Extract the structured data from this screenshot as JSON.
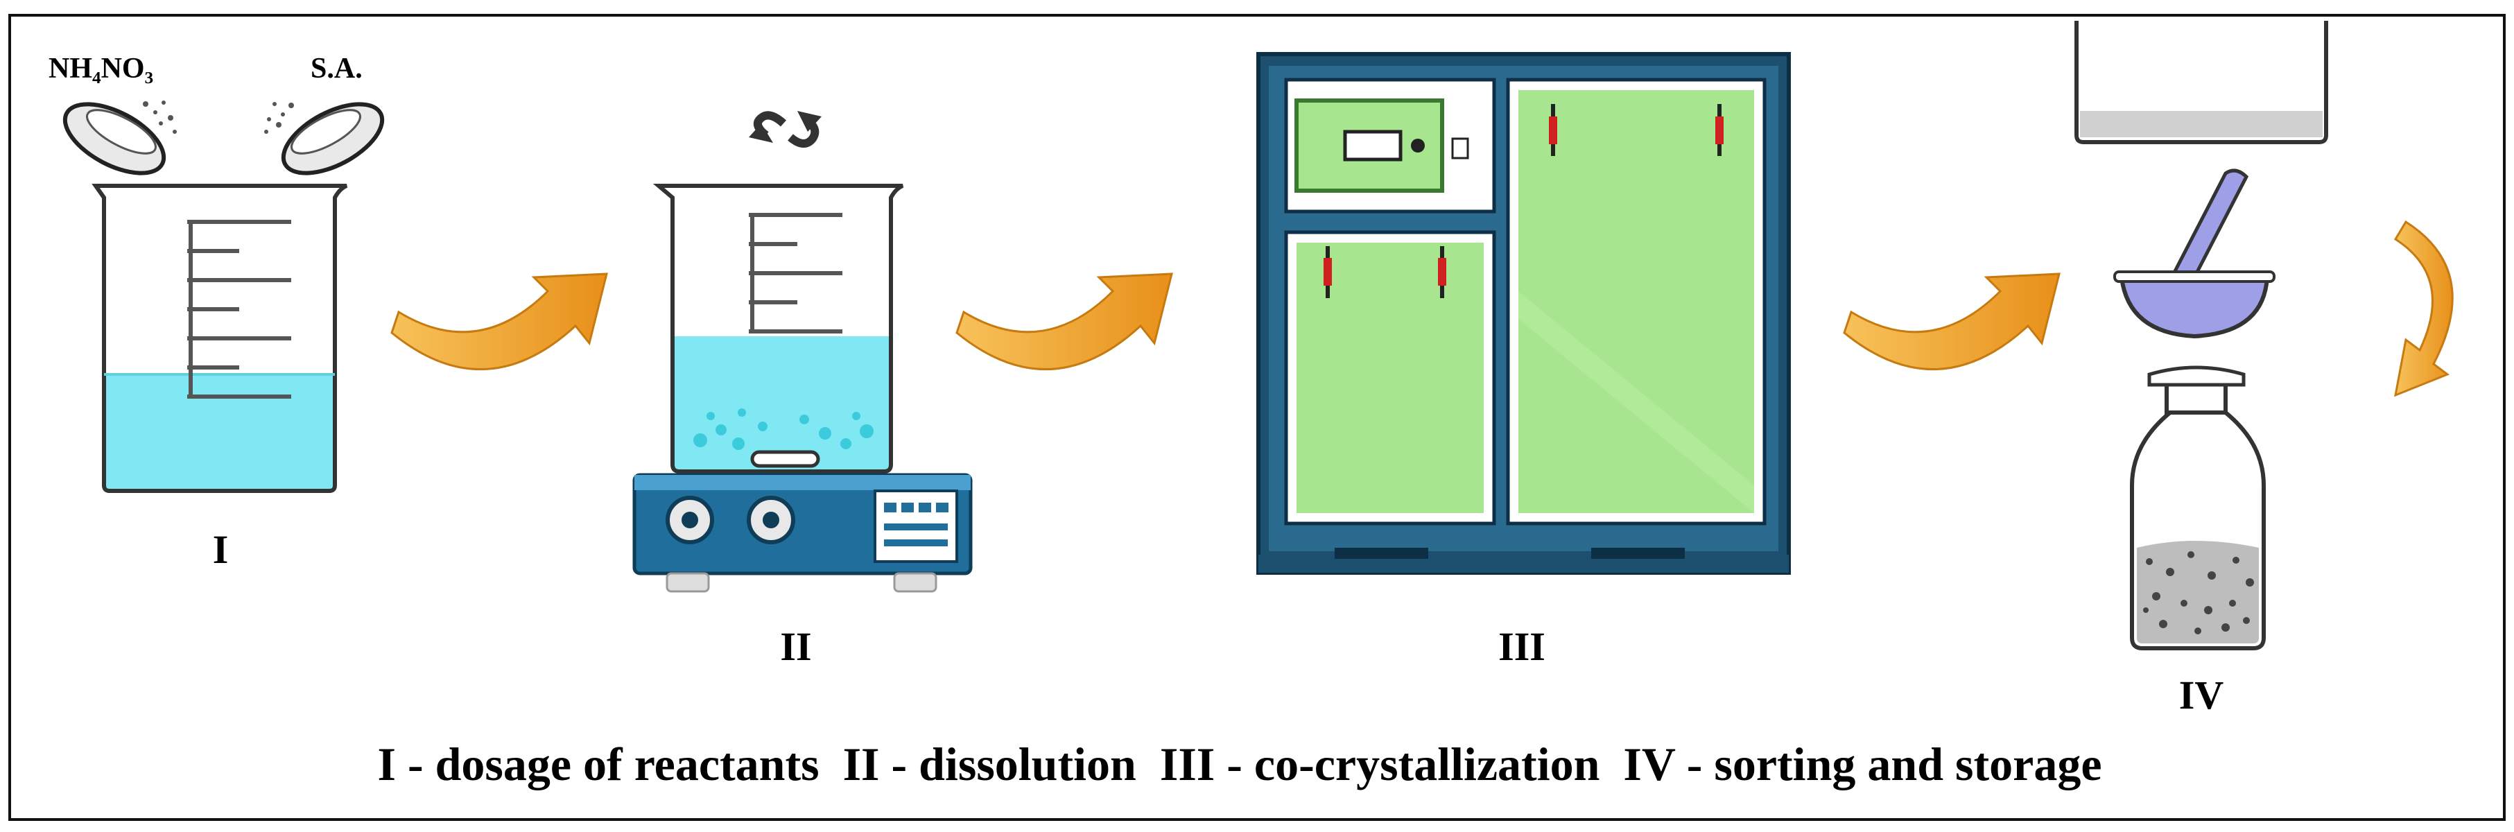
{
  "reagents": {
    "left": "NH₄NO₃",
    "right": "S.A."
  },
  "steps": [
    {
      "numeral": "I"
    },
    {
      "numeral": "II"
    },
    {
      "numeral": "III"
    },
    {
      "numeral": "IV"
    }
  ],
  "caption": "I - dosage of reactants  II - dissolution  III - co-crystallization  IV - sorting and storage",
  "colors": {
    "frame": "#111111",
    "liquid": "#7fe8f2",
    "liquid_dark": "#3ccbdc",
    "stirrer_body": "#1f6e9c",
    "oven_frame": "#1d4f6e",
    "oven_panel": "#a8e58f",
    "arrow": "#f0a020",
    "mortar": "#9f9fe8"
  }
}
